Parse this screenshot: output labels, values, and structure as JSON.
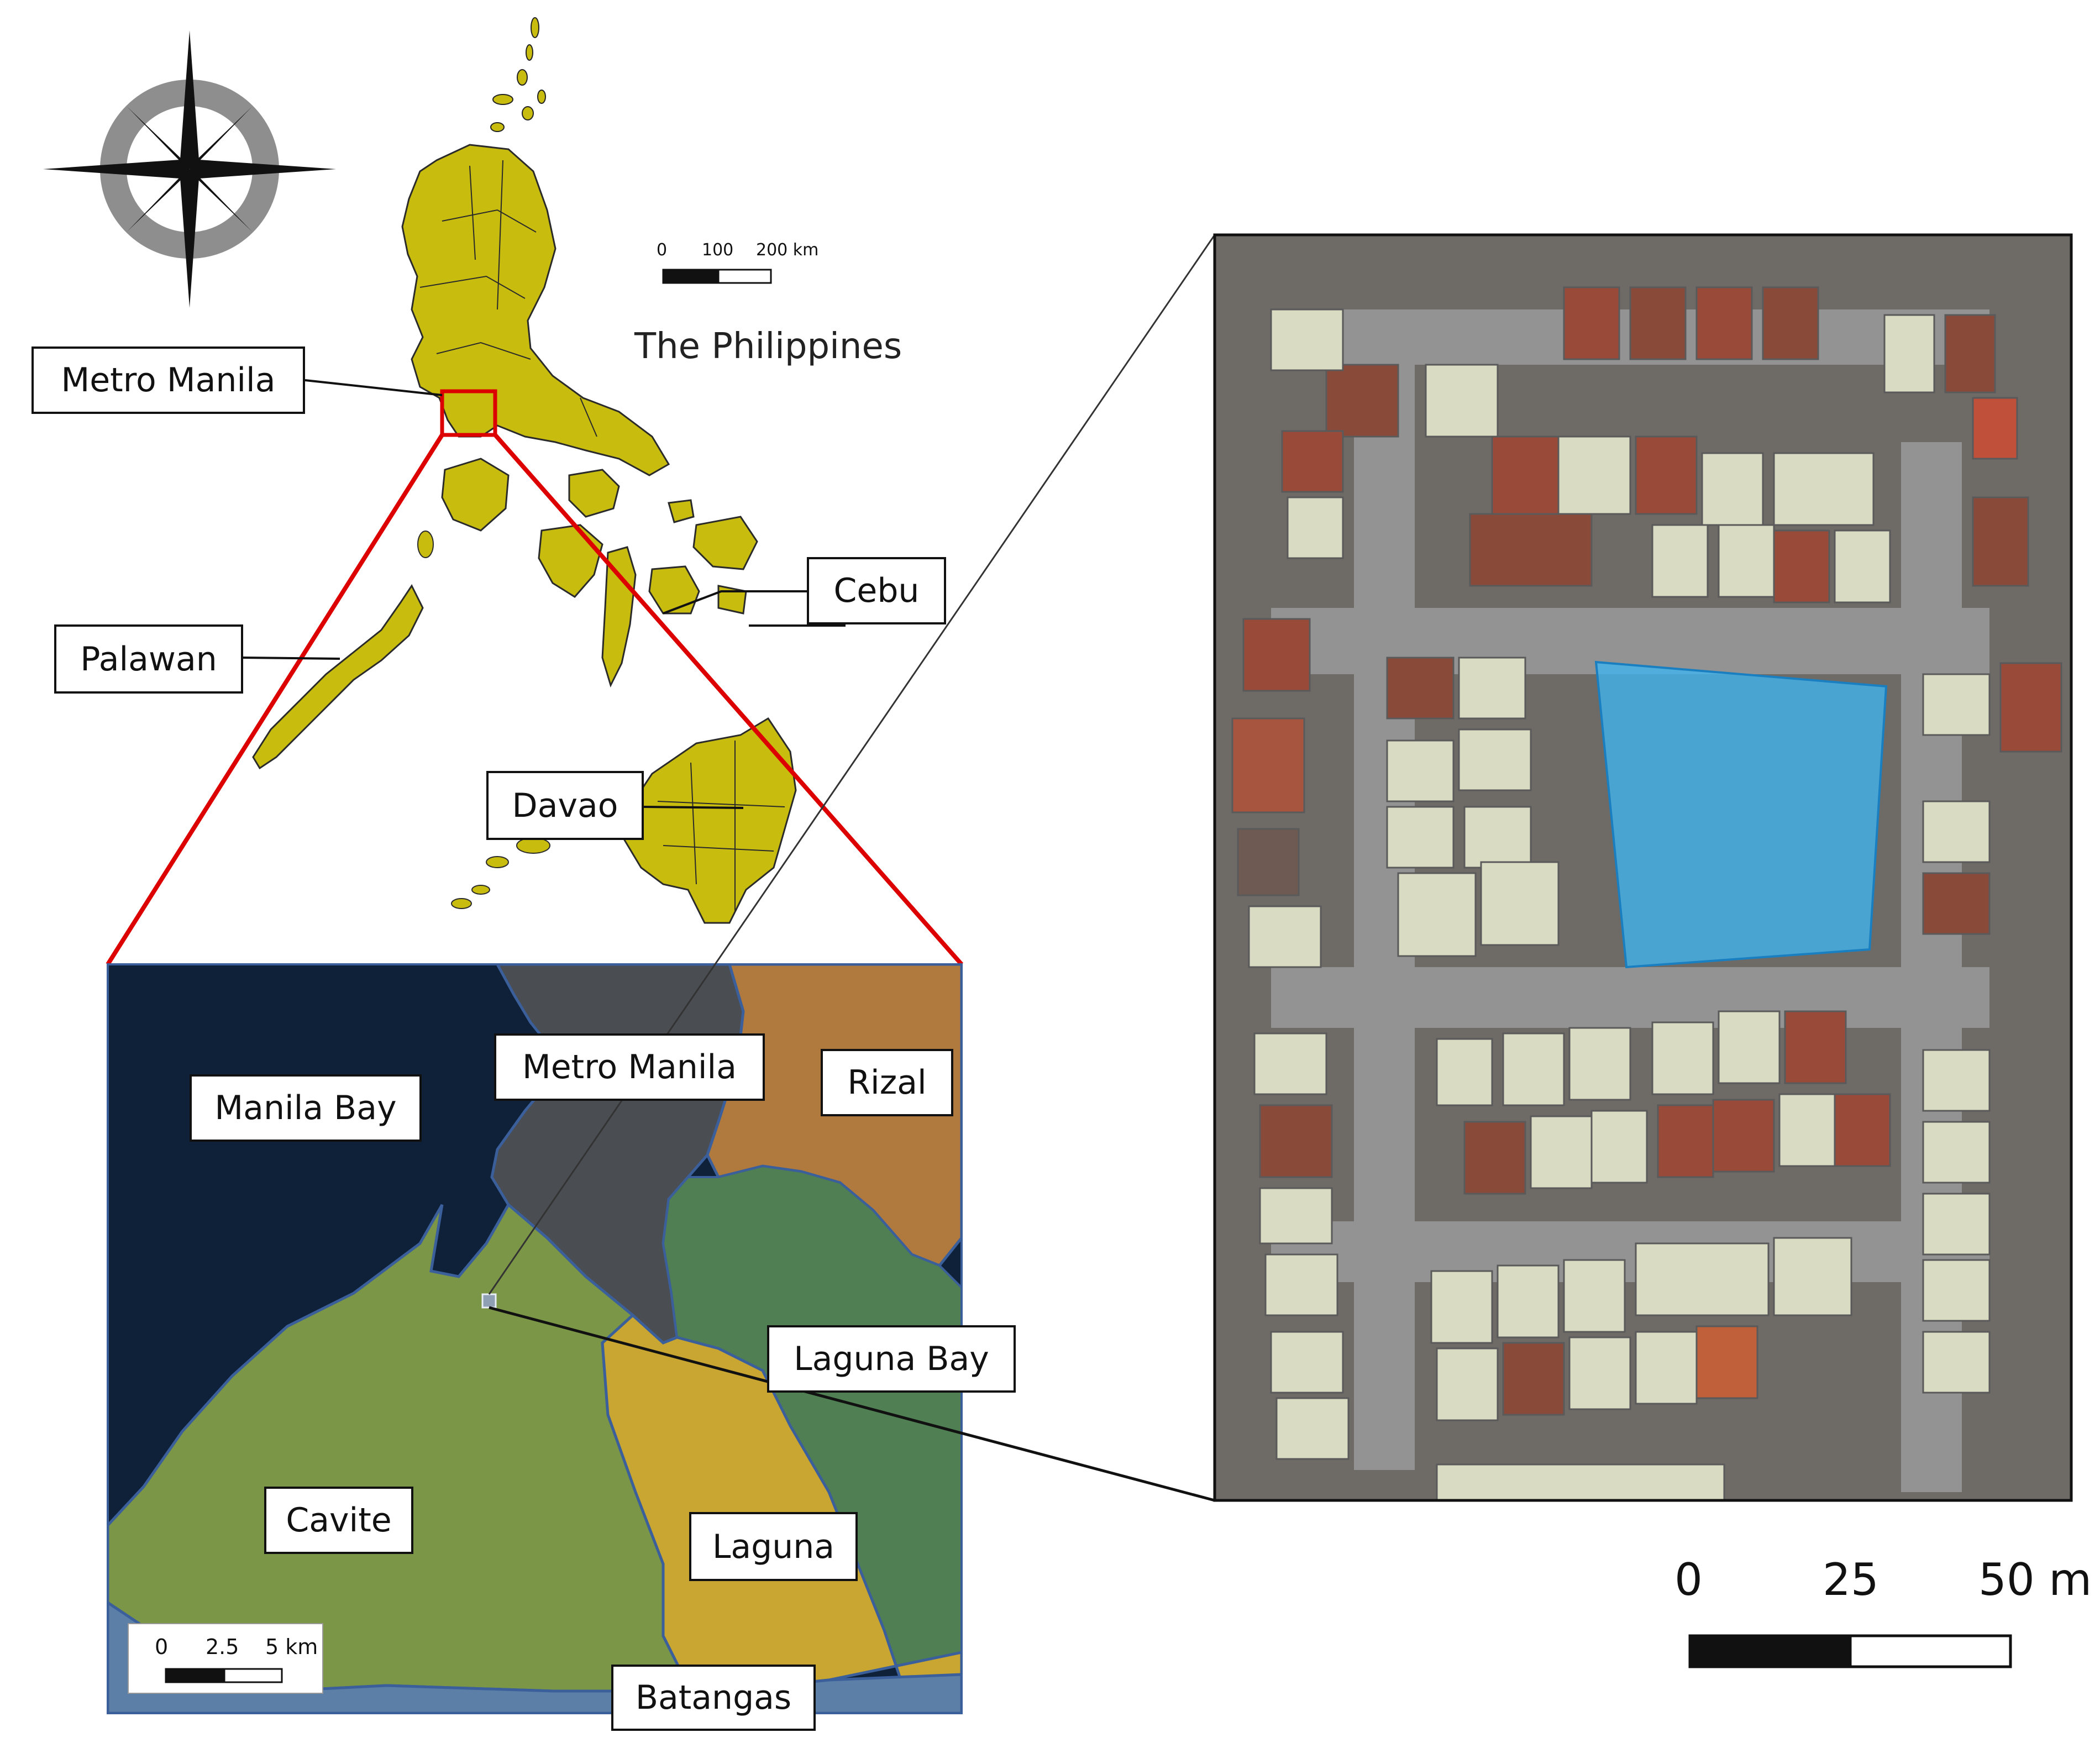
{
  "figure": {
    "country_title": "The Philippines",
    "colors": {
      "land": "#c8bc0e",
      "sea": "#0f2138",
      "metro_manila": "#4a4e52",
      "rizal": "#b07a3e",
      "laguna_bay": "#4f7f52",
      "cavite": "#7b9646",
      "laguna": "#c9a531",
      "batangas": "#5b7fa7",
      "highlight_box": "#dd0000",
      "study_site": "#3fb5ef",
      "roof_white": "#d9dcc3",
      "roof_red": "#9a4a38",
      "road": "#8f8f8f"
    }
  },
  "compass": {
    "icon": "compass-rose-icon"
  },
  "country_map": {
    "callouts": {
      "metro_manila": "Metro Manila",
      "cebu": "Cebu",
      "palawan": "Palawan",
      "davao": "Davao"
    },
    "scale_bar": {
      "ticks": [
        "0",
        "100",
        "200 km"
      ]
    }
  },
  "regional_map": {
    "labels": {
      "manila_bay": "Manila Bay",
      "metro_manila": "Metro Manila",
      "rizal": "Rizal",
      "laguna_bay": "Laguna Bay",
      "cavite": "Cavite",
      "laguna": "Laguna",
      "batangas": "Batangas"
    },
    "scale_bar": {
      "ticks": [
        "0",
        "2.5",
        "5 km"
      ]
    }
  },
  "site_map": {
    "scale_bar": {
      "ticks": [
        "0",
        "25",
        "50 m"
      ]
    }
  }
}
